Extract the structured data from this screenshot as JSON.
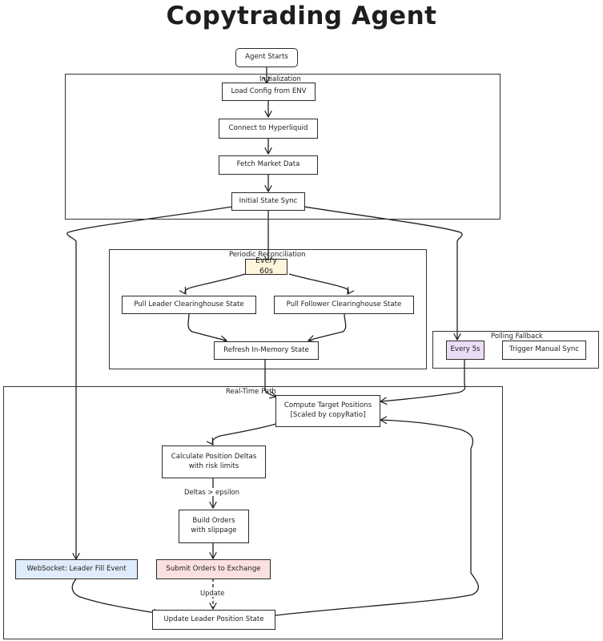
{
  "title": "Copytrading Agent",
  "groups": {
    "initialization": "Initialization",
    "periodic_reconciliation": "Periodic Reconciliation",
    "polling_fallback": "Polling Fallback",
    "real_time_path": "Real-Time Path"
  },
  "nodes": {
    "agent_starts": "Agent Starts",
    "load_config": "Load Config from ENV",
    "connect_hyperliquid": "Connect to Hyperliquid",
    "fetch_market_data": "Fetch Market Data",
    "initial_state_sync": "Initial State Sync",
    "every_60s": "Every 60s",
    "pull_leader_state": "Pull Leader Clearinghouse State",
    "pull_follower_state": "Pull Follower Clearinghouse State",
    "refresh_memory_state": "Refresh In-Memory State",
    "every_5s": "Every 5s",
    "trigger_manual_sync": "Trigger Manual Sync",
    "compute_target_line1": "Compute Target Positions",
    "compute_target_line2": "[Scaled by copyRatio]",
    "calc_deltas_line1": "Calculate Position Deltas",
    "calc_deltas_line2": "with risk limits",
    "build_orders_line1": "Build Orders",
    "build_orders_line2": "with slippage",
    "websocket_fill": "WebSocket: Leader Fill Event",
    "submit_orders": "Submit Orders to Exchange",
    "update_leader_state": "Update Leader Position State"
  },
  "edge_labels": {
    "deltas_epsilon": "Deltas > epsilon",
    "update": "Update"
  },
  "colors": {
    "every_60s_fill": "#fff5dc",
    "every_5s_fill": "#eadcf7",
    "websocket_fill": "#dfecfb",
    "submit_orders_fill": "#fbe0e0"
  }
}
